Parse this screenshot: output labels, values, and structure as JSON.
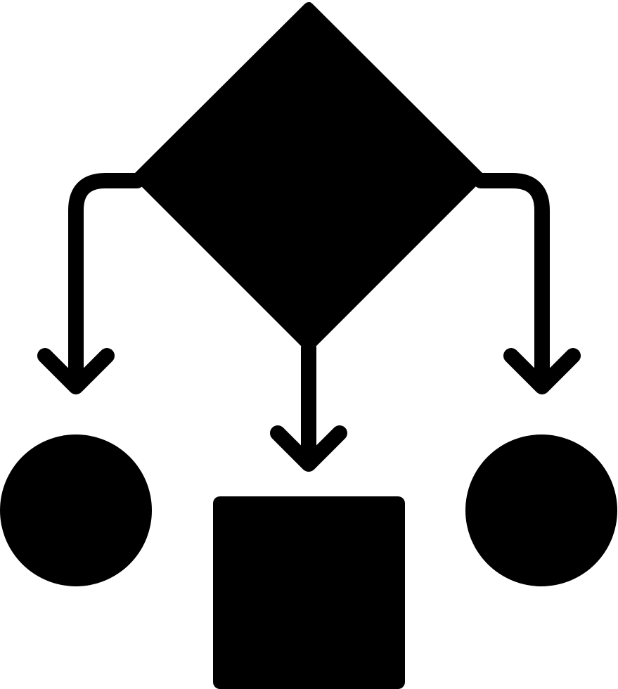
{
  "icon": {
    "name": "flowchart-decision-icon",
    "colors": {
      "background": "#ffffff",
      "foreground": "#000000"
    },
    "shapes": {
      "decision": "diamond",
      "outcome_left": "circle",
      "outcome_center": "square",
      "outcome_right": "circle"
    },
    "connectors": [
      "left-branch-arrow",
      "center-arrow",
      "right-branch-arrow"
    ]
  }
}
